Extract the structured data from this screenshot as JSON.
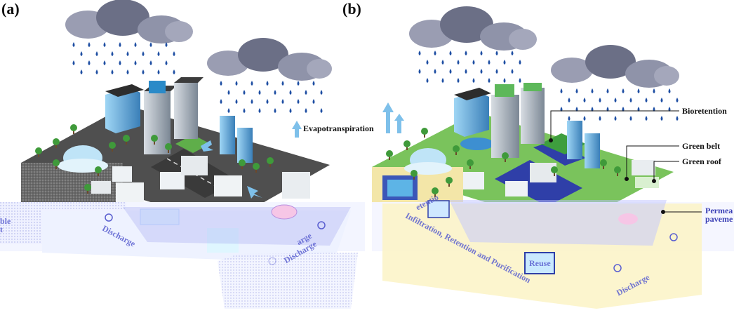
{
  "panels": [
    {
      "letter": "(a)",
      "evapotranspiration_label": "Evapotranspiration",
      "discharge_labels": [
        "Discharge",
        "Discharge",
        "arge"
      ],
      "left_edge_fragments": [
        "ble",
        "t"
      ]
    },
    {
      "letter": "(b)",
      "labels": {
        "bioretention": "Bioretention",
        "green_belt": "Green belt",
        "green_roof": "Green roof",
        "permeable_pavement_fragments": [
          "Permea",
          "paveme"
        ],
        "infiltration": "Infiltration, Retention and Purification",
        "reuse": "Reuse",
        "discharge": "Discharge",
        "retention": "etentio"
      }
    }
  ],
  "colors": {
    "cloud_dark": "#6b6f86",
    "cloud_light": "#9a9db2",
    "rain": "#1f4fa3",
    "ground_gray": "#4a4a4a",
    "ground_green": "#7ac35c",
    "soil": "#f3e6a8",
    "water": "#4aa3d8",
    "arrow_up": "#7ec0ea"
  }
}
